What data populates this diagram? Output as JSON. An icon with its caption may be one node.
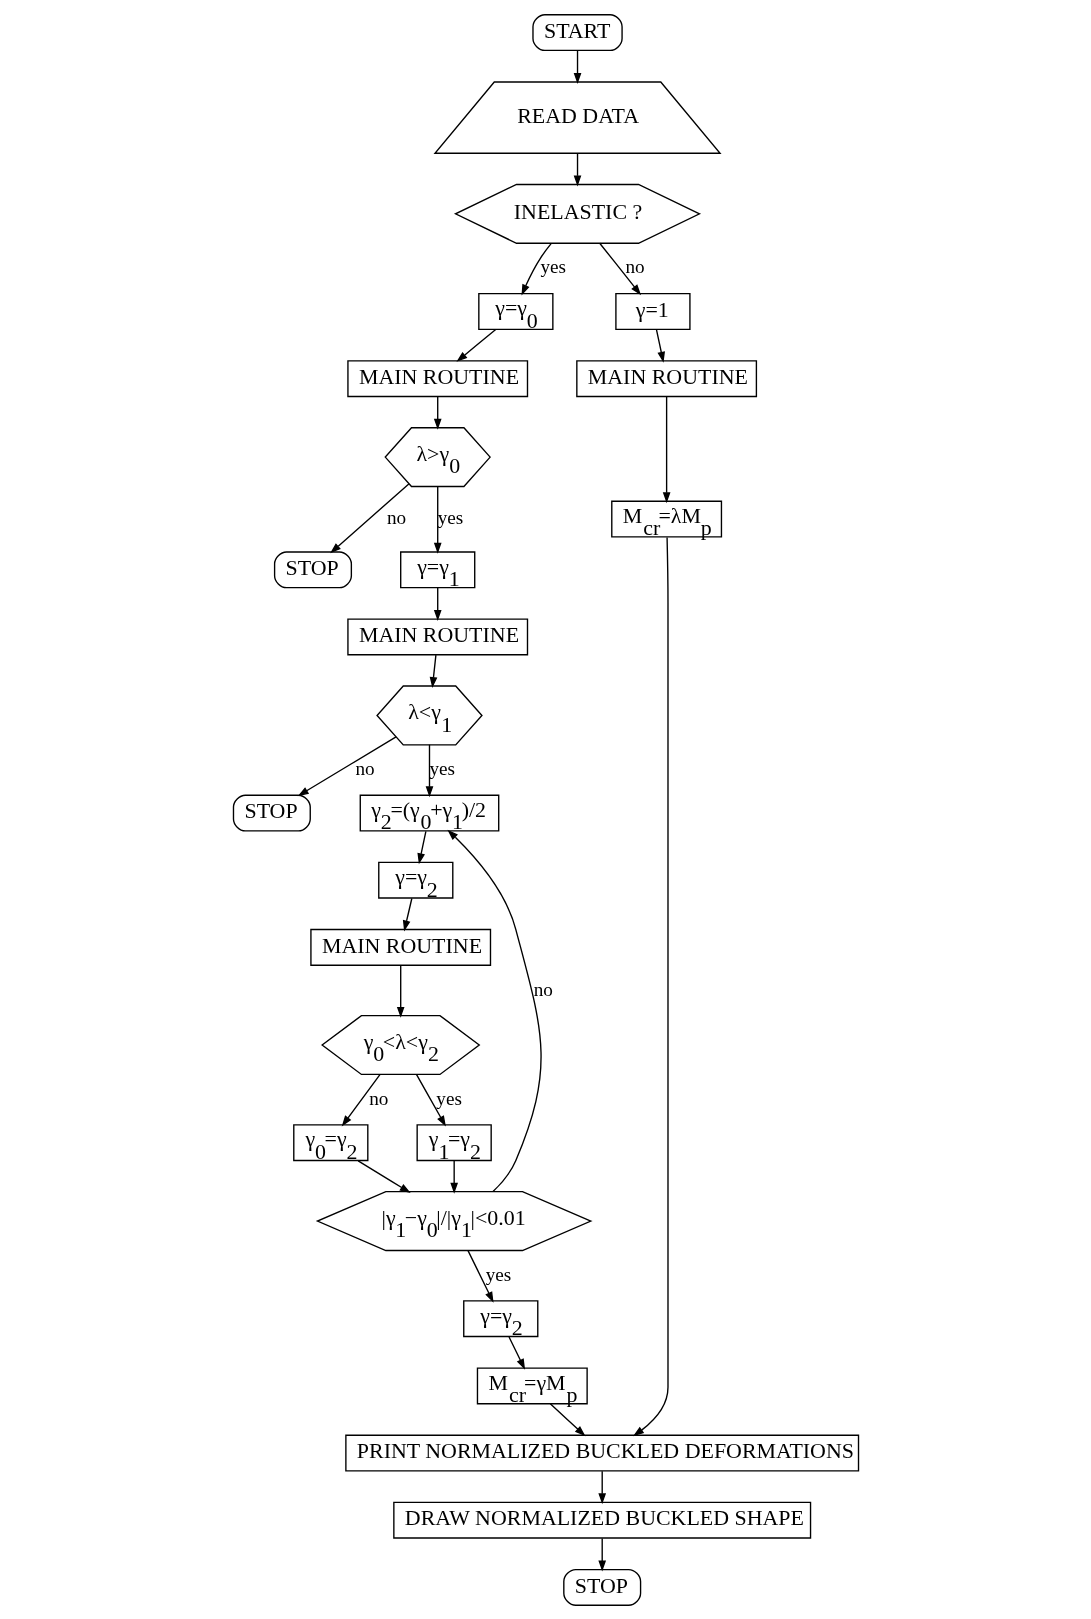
{
  "diagram": {
    "nodes": [
      {
        "text": [
          "START"
        ]
      },
      {
        "text": [
          "READ DATA"
        ]
      },
      {
        "text": [
          "INELASTIC ?"
        ]
      },
      {
        "text": [
          "γ=γ$_{0}$"
        ]
      },
      {
        "text": [
          "MAIN ROUTINE"
        ]
      },
      {
        "text": [
          "λ>γ$_{0}$"
        ]
      },
      {
        "text": [
          "STOP"
        ]
      },
      {
        "text": [
          "γ=γ$_{1}$"
        ]
      },
      {
        "text": [
          "MAIN ROUTINE"
        ]
      },
      {
        "text": [
          "λ<γ$_{1}$"
        ]
      },
      {
        "text": [
          "STOP"
        ]
      },
      {
        "text": [
          "γ$_{2}$=(γ$_{0}$+γ$_{1}$)/2"
        ]
      },
      {
        "text": [
          "γ=γ$_{2}$"
        ]
      },
      {
        "text": [
          "MAIN ROUTINE"
        ]
      },
      {
        "text": [
          "γ$_{0}$<λ<γ$_{2}$"
        ]
      },
      {
        "text": [
          "γ$_{0}$=γ$_{2}$"
        ]
      },
      {
        "text": [
          "γ$_{1}$=γ$_{2}$"
        ]
      },
      {
        "text": [
          "|γ$_{1}$−γ$_{0}$|/|γ$_{1}$|<0.01"
        ]
      },
      {
        "text": [
          "γ=γ$_{2}$"
        ]
      },
      {
        "text": [
          "M$_{cr}$=γM$_{p}$"
        ]
      },
      {
        "text": [
          "γ=1"
        ]
      },
      {
        "text": [
          "MAIN ROUTINE"
        ]
      },
      {
        "text": [
          "M$_{cr}$=λM$_{p}$"
        ]
      },
      {
        "text": [
          "PRINT NORMALIZED BUCKLED DEFORMATIONS"
        ]
      },
      {
        "text": [
          "DRAW NORMALIZED BUCKLED SHAPE"
        ]
      },
      {
        "text": [
          "STOP"
        ]
      }
    ],
    "edges": [
      {
        "from": 0,
        "to": 1,
        "arrow": "to"
      },
      {
        "from": 1,
        "to": 2,
        "arrow": "to"
      },
      {
        "from": 2,
        "to": 20,
        "arrow": "to",
        "label": "no"
      },
      {
        "from": 2,
        "to": 3,
        "arrow": "to",
        "label": "yes"
      },
      {
        "from": 3,
        "to": 4,
        "arrow": "to"
      },
      {
        "from": 4,
        "to": 5,
        "arrow": "to"
      },
      {
        "from": 5,
        "to": 7,
        "arrow": "to",
        "label": "yes"
      },
      {
        "from": 5,
        "to": 6,
        "arrow": "to",
        "label": "no"
      },
      {
        "from": 7,
        "to": 8,
        "arrow": "to"
      },
      {
        "from": 8,
        "to": 9,
        "arrow": "to"
      },
      {
        "from": 9,
        "to": 11,
        "arrow": "to",
        "label": "yes"
      },
      {
        "from": 9,
        "to": 10,
        "arrow": "to",
        "label": "no"
      },
      {
        "from": 11,
        "to": 12,
        "arrow": "to"
      },
      {
        "from": 12,
        "to": 13,
        "arrow": "to"
      },
      {
        "from": 13,
        "to": 14,
        "arrow": "to"
      },
      {
        "from": 14,
        "to": 15,
        "arrow": "to",
        "label": "no"
      },
      {
        "from": 14,
        "to": 16,
        "arrow": "to",
        "label": "yes"
      },
      {
        "from": 15,
        "to": 17,
        "arrow": "to"
      },
      {
        "from": 16,
        "to": 17,
        "arrow": "to"
      },
      {
        "from": 17,
        "to": 11,
        "arrow": "to",
        "label": "no"
      },
      {
        "from": 17,
        "to": 18,
        "arrow": "to",
        "label": "yes"
      },
      {
        "from": 18,
        "to": 19,
        "arrow": "to"
      },
      {
        "from": 19,
        "to": 23,
        "arrow": "to"
      },
      {
        "from": 20,
        "to": 21,
        "arrow": "to"
      },
      {
        "from": 21,
        "to": 22,
        "arrow": "to"
      },
      {
        "from": 22,
        "to": 23,
        "arrow": "to"
      },
      {
        "from": 23,
        "to": 24,
        "arrow": "to"
      },
      {
        "from": 24,
        "to": 25,
        "arrow": "to"
      }
    ]
  }
}
